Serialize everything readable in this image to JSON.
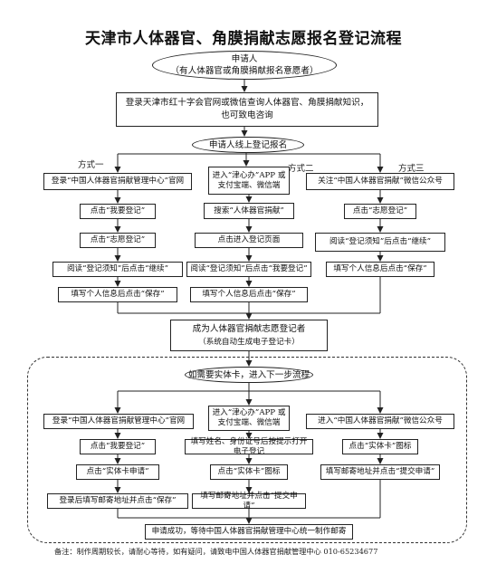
{
  "title": "天津市人体器官、角膜捐献志愿报名登记流程",
  "applicant": {
    "line1": "申请人",
    "line2": "（有人体器官或角膜捐献报名意愿者）"
  },
  "info": {
    "line1": "登录天津市红十字会官网或微信查询人体器官、角膜捐献知识，",
    "line2": "也可致电咨询"
  },
  "online_register": "申请人线上登记报名",
  "methods": [
    "方式一",
    "方式二",
    "方式三"
  ],
  "col1": [
    "登录“中国人体器官捐献管理中心”官网",
    "点击“我要登记”",
    "点击“志愿登记”",
    "阅读“登记须知”后点击“继续”",
    "填写个人信息后点击“保存”"
  ],
  "col2": [
    "进入“津心办”APP 或支付宝端、微信端",
    "搜索“人体器官捐献”",
    "点击进入登记页面",
    "阅读“登记须知”后点击“我要登记”",
    "填写个人信息后点击“保存”"
  ],
  "col3": [
    "关注“中国人体器官捐献”微信公众号",
    "点击“志愿登记”",
    "阅读“登记须知”后点击“继续”",
    "填写个人信息后点击“保存”"
  ],
  "become": {
    "line1": "成为人体器官捐献志愿登记者",
    "line2": "（系统自动生成电子登记卡）"
  },
  "physical_card": "如需要实体卡，进入下一步流程",
  "card_col1": [
    "登录“中国人体器官捐献管理中心”官网",
    "点击“我要登记”",
    "点击“实体卡申请”",
    "登录后填写邮寄地址并点击“保存”"
  ],
  "card_col2": [
    "进入“津心办”APP 或支付宝端、微信端",
    "填写姓名、身份证号后按提示打开电子登记",
    "点击“实体卡”图标",
    "填写邮寄地址并点击“提交申请”"
  ],
  "card_col3": [
    "进入“中国人体器官捐献”微信公众号",
    "点击“实体卡”图标",
    "填写邮寄地址并点击“提交申请”"
  ],
  "success": "申请成功，等待中国人体器官捐献管理中心统一制作邮寄",
  "note": "备注：制作周期较长，请耐心等待，如有疑问，请致电中国人体器官捐献管理中心 010-65234677"
}
